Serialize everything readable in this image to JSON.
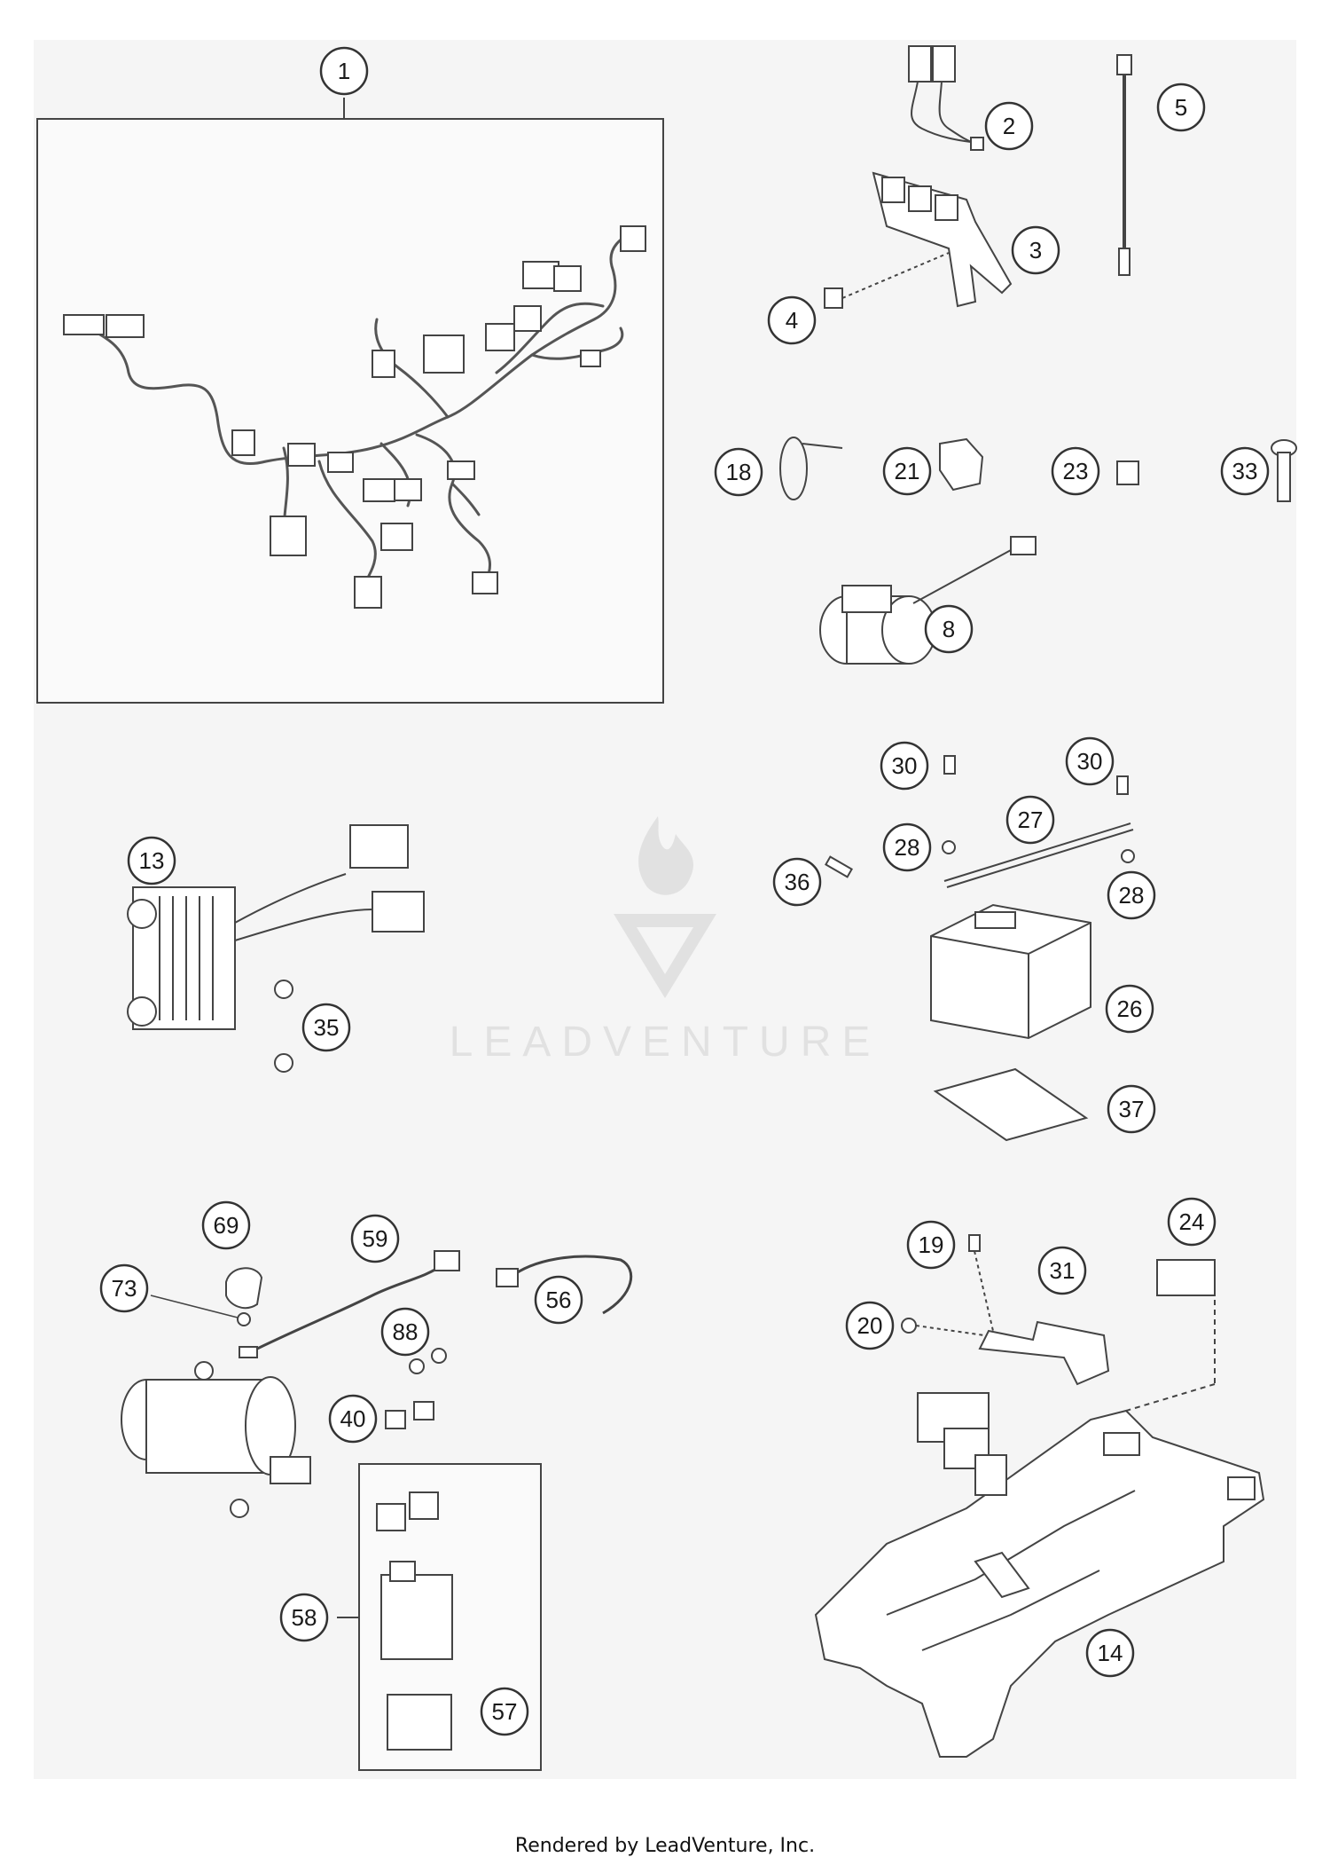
{
  "diagram": {
    "callouts": [
      "1",
      "2",
      "3",
      "4",
      "5",
      "8",
      "13",
      "14",
      "18",
      "19",
      "20",
      "21",
      "23",
      "24",
      "26",
      "27",
      "28",
      "28",
      "30",
      "30",
      "31",
      "33",
      "35",
      "36",
      "37",
      "40",
      "56",
      "57",
      "58",
      "59",
      "69",
      "73",
      "88"
    ],
    "watermark": "LEADVENTURE"
  },
  "footer": {
    "text": "Rendered by LeadVenture, Inc."
  }
}
